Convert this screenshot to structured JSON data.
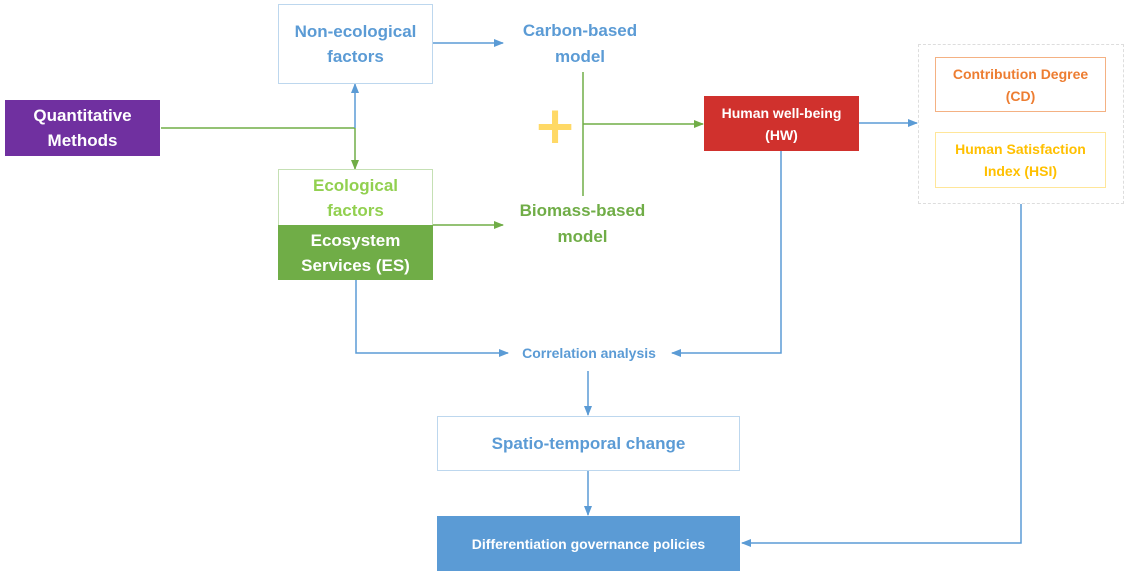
{
  "colors": {
    "blue": "#5b9bd5",
    "green": "#70ad47",
    "light_green": "#92d050",
    "purple": "#7030a0",
    "red": "#d0312d",
    "orange": "#ed7d31",
    "yellow": "#ffc000",
    "plus_yellow": "#ffd966"
  },
  "nodes": {
    "quantitative_methods": {
      "line1": "Quantitative",
      "line2": "Methods"
    },
    "non_ecological_factors": {
      "line1": "Non-ecological",
      "line2": "factors"
    },
    "carbon_based_model": {
      "line1": "Carbon-based",
      "line2": "model"
    },
    "ecological_factors": {
      "line1": "Ecological",
      "line2": "factors"
    },
    "ecosystem_services": {
      "line1": "Ecosystem",
      "line2": "Services (ES)"
    },
    "biomass_based_model": {
      "line1": "Biomass-based",
      "line2": "model"
    },
    "plus_symbol": "+",
    "human_well_being": {
      "line1": "Human well-being",
      "line2": "(HW)"
    },
    "contribution_degree": {
      "line1": "Contribution Degree",
      "line2": "(CD)"
    },
    "human_satisfaction_index": {
      "line1": "Human Satisfaction",
      "line2": "Index (HSI)"
    },
    "correlation_analysis": "Correlation analysis",
    "spatio_temporal_change": "Spatio-temporal change",
    "differentiation_governance_policies": "Differentiation governance policies"
  }
}
